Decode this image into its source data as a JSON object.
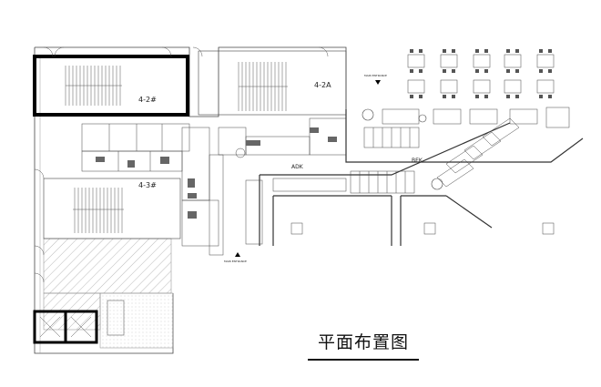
{
  "drawing_title": "平面布置图",
  "stair_labels": {
    "stair_4_2": "4-2#",
    "stair_4_2a": "4-2A",
    "stair_4_3": "4-3#"
  },
  "zone_labels": {
    "aisle_a": "ADK",
    "aisle_b": "BEK"
  },
  "entrance_labels": {
    "main": "MAIN ENTRANCE",
    "side": "MAIN ENTRANCE"
  },
  "colors": {
    "line": "#333333",
    "heavy_wall": "#000000",
    "hatch": "#9a9a9a"
  }
}
